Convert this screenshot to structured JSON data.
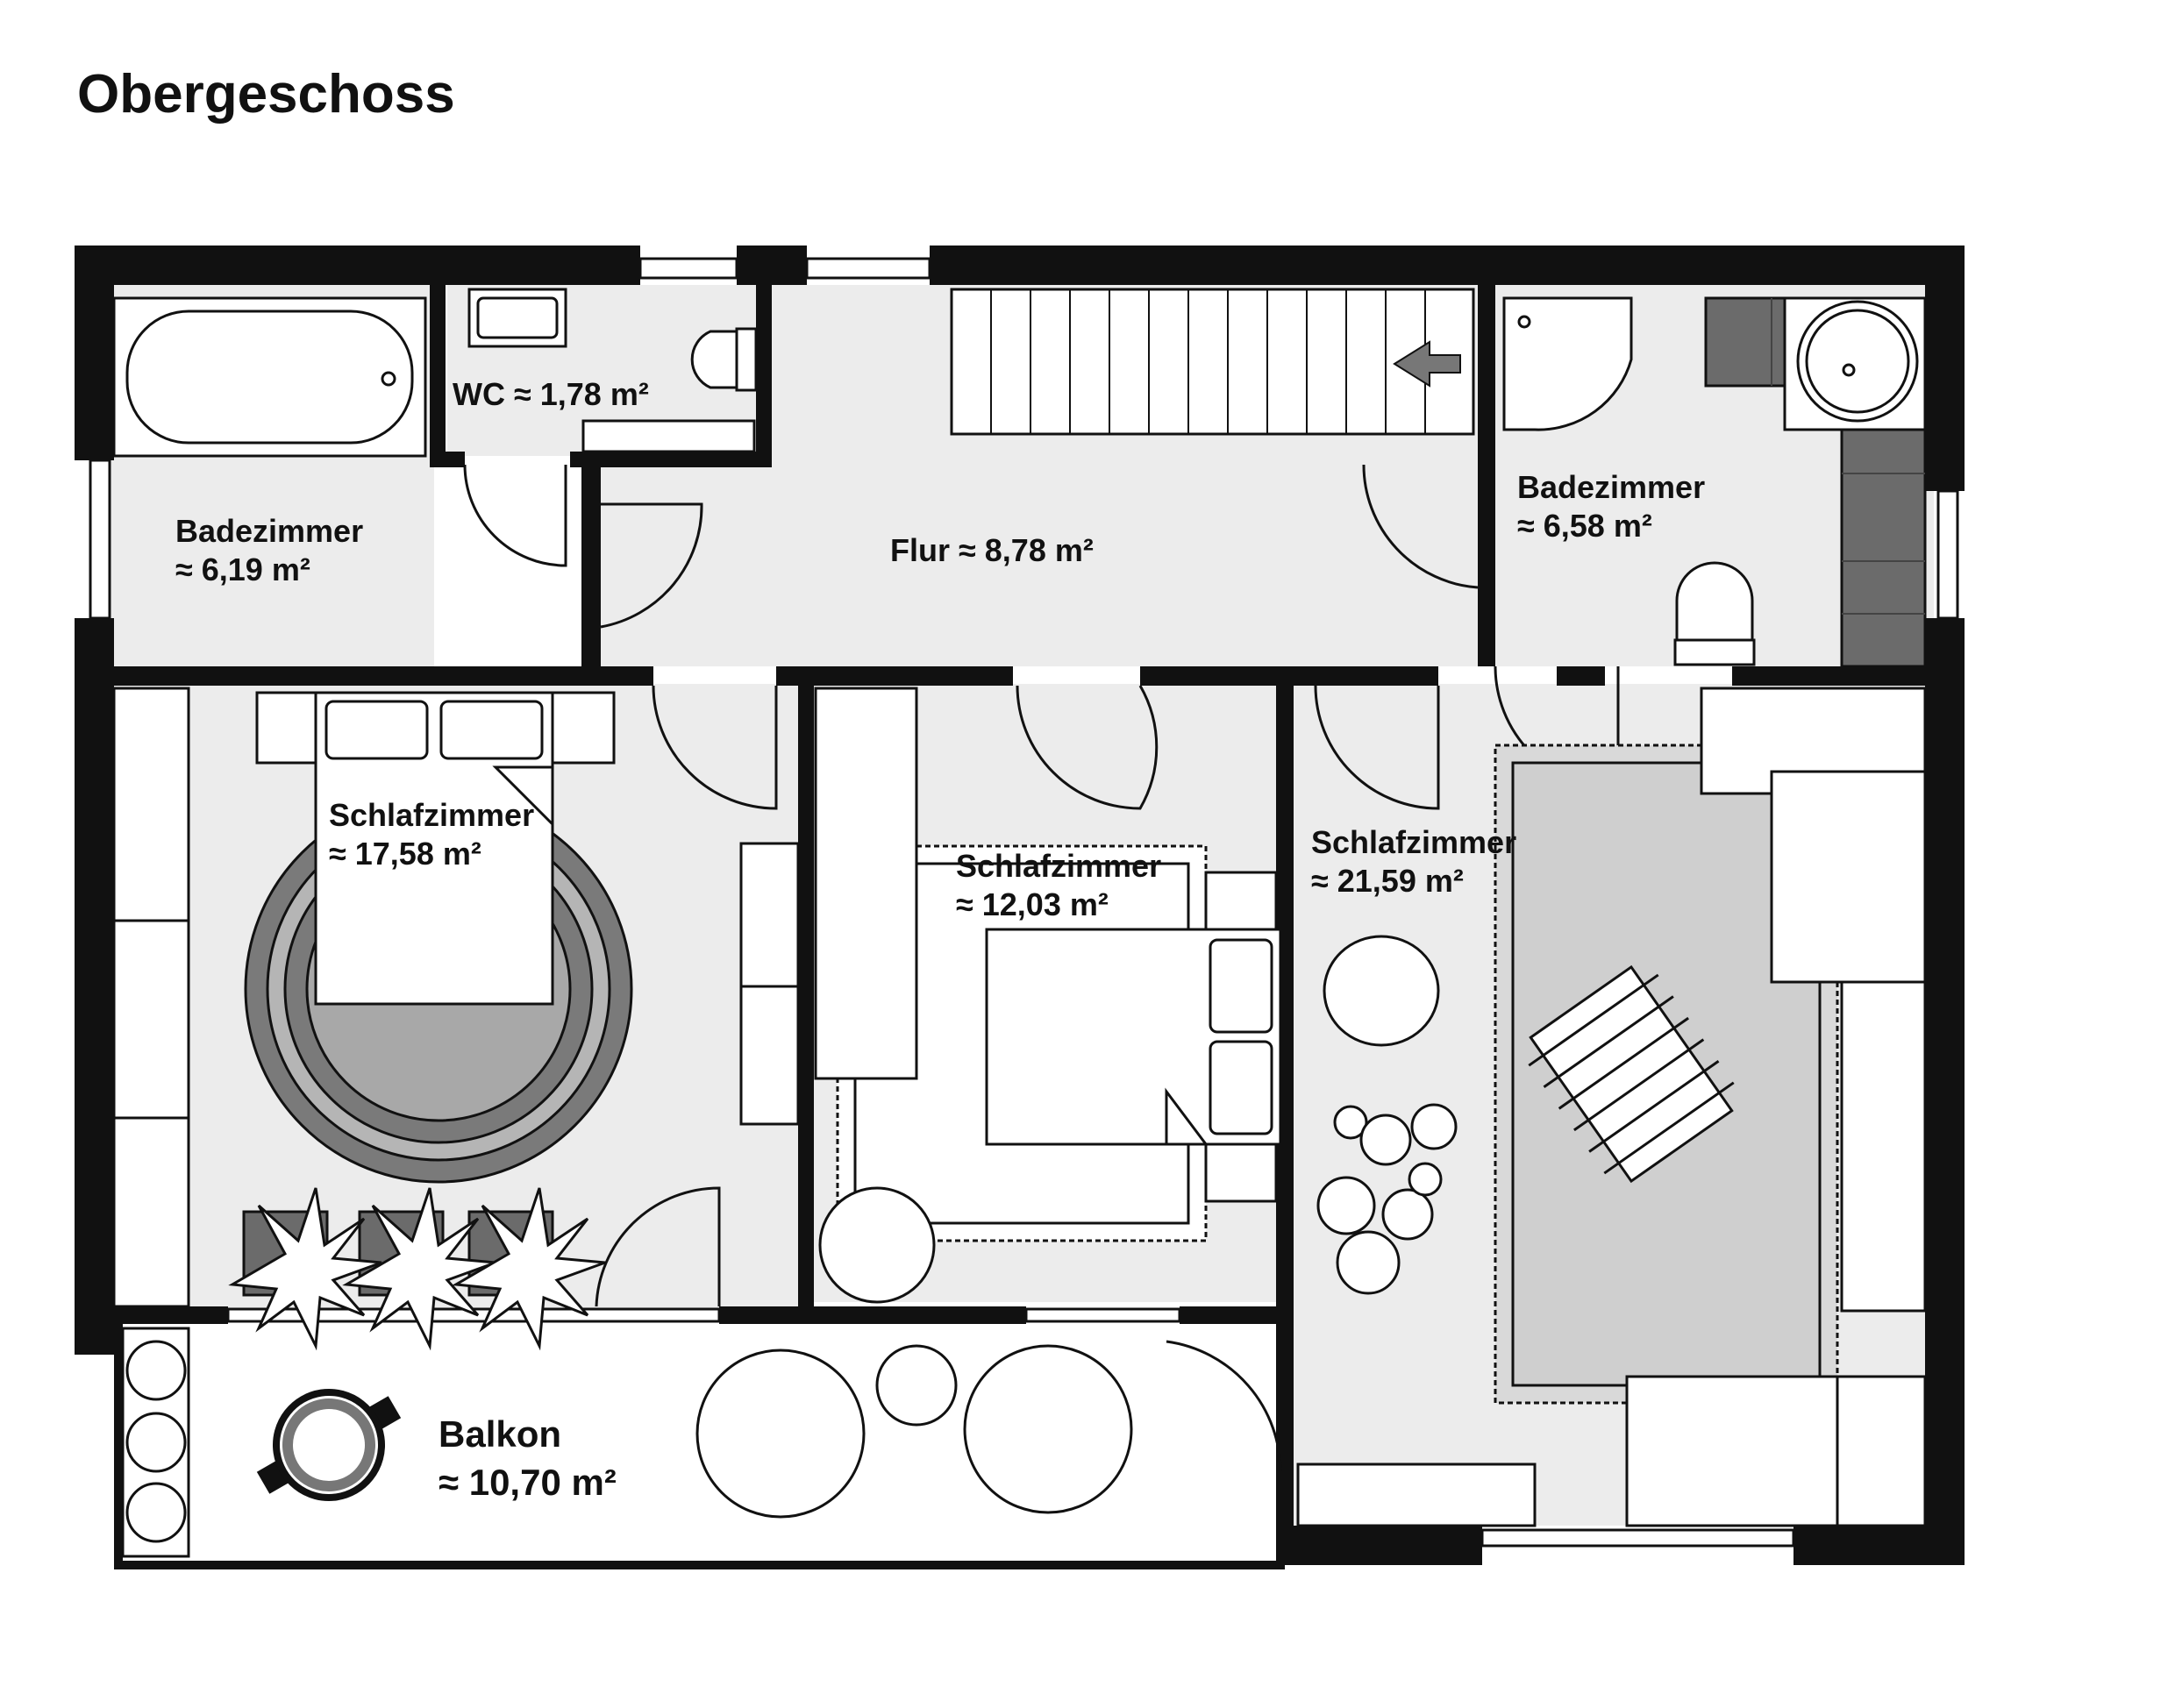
{
  "title": "Obergeschoss",
  "colors": {
    "wall": "#111111",
    "floor": "#ececec",
    "balcony": "#ffffff",
    "furniture": "#ffffff",
    "tile": "#6b6b6b",
    "rug_dark": "#7a7a7a",
    "rug_mid": "#a8a8a8"
  },
  "rooms": [
    {
      "id": "bad-links",
      "name": "Badezimmer",
      "area": "≈ 6,19 m²"
    },
    {
      "id": "wc",
      "name": "WC",
      "area": "≈ 1,78 m²"
    },
    {
      "id": "flur",
      "name": "Flur",
      "area": "≈ 8,78 m²"
    },
    {
      "id": "bad-rechts",
      "name": "Badezimmer",
      "area": "≈ 6,58 m²"
    },
    {
      "id": "schlaf-1",
      "name": "Schlafzimmer",
      "area": "≈ 17,58 m²"
    },
    {
      "id": "schlaf-2",
      "name": "Schlafzimmer",
      "area": "≈ 12,03 m²"
    },
    {
      "id": "schlaf-3",
      "name": "Schlafzimmer",
      "area": "≈ 21,59 m²"
    },
    {
      "id": "balkon",
      "name": "Balkon",
      "area": "≈ 10,70 m²"
    }
  ]
}
